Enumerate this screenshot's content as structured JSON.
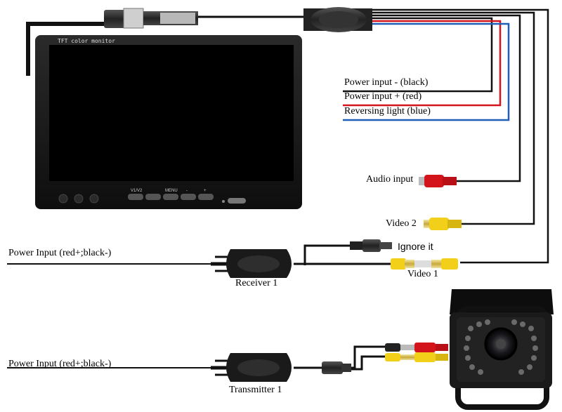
{
  "monitor": {
    "title": "TFT color monitor",
    "buttons": [
      "V1/V2",
      "",
      "MENU",
      "-",
      "+"
    ]
  },
  "wires": {
    "power_neg": "Power input - (black)",
    "power_pos": "Power input + (red)",
    "reversing": "Reversing light (blue)"
  },
  "connectors": {
    "audio": "Audio input",
    "video2": "Video 2",
    "ignore": "Ignore it",
    "video1": "Video 1"
  },
  "receiver": {
    "power": "Power Input (red+;black-)",
    "label": "Receiver 1"
  },
  "transmitter": {
    "power": "Power Input (red+;black-)",
    "label": "Transmitter 1"
  },
  "colors": {
    "red": "#d4141b",
    "blue": "#1f5fb8",
    "yellow": "#f2d01a",
    "black": "#111111"
  }
}
